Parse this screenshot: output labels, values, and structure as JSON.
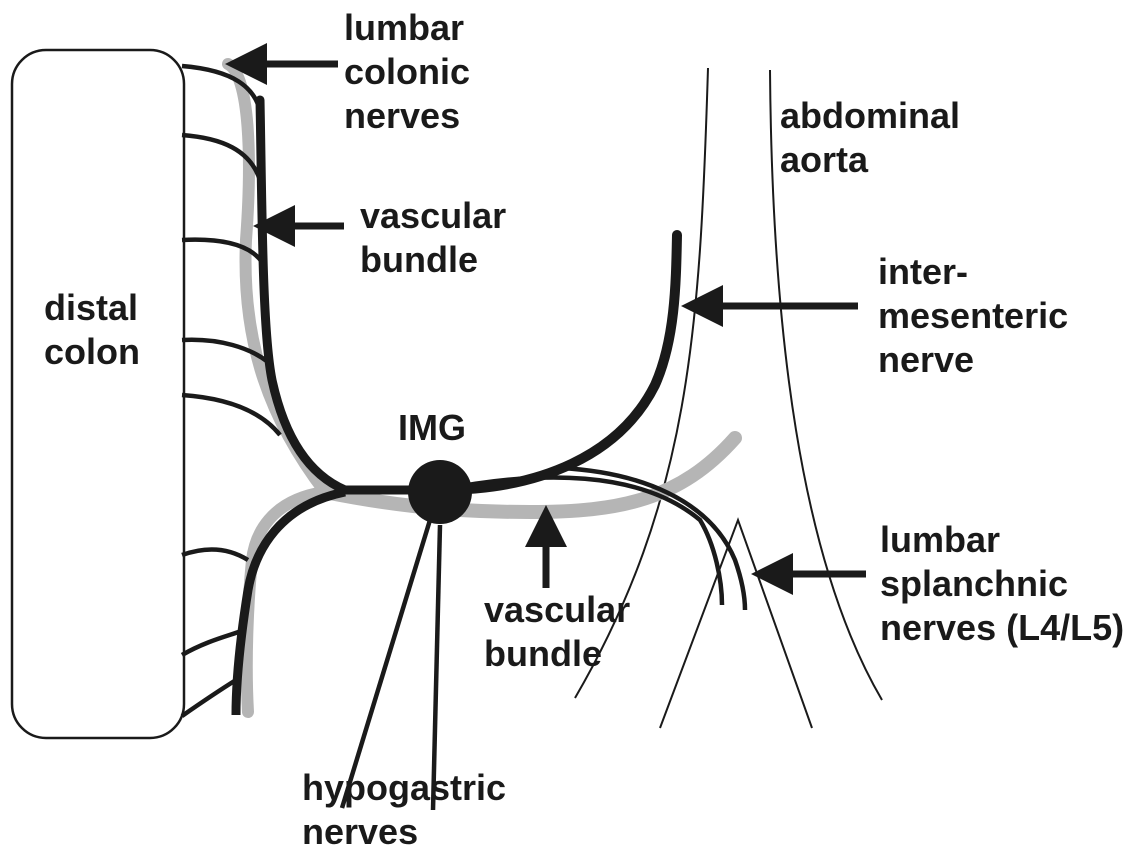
{
  "colors": {
    "nerve": "#1a1a1a",
    "vascular_bundle": "#b5b5b5",
    "outline": "#1a1a1a",
    "background": "#ffffff"
  },
  "labels": {
    "lumbar_colonic_nerves": [
      "lumbar",
      "colonic",
      "nerves"
    ],
    "abdominal_aorta": [
      "abdominal",
      "aorta"
    ],
    "vascular_bundle_upper": [
      "vascular",
      "bundle"
    ],
    "distal_colon": [
      "distal",
      "colon"
    ],
    "intermesenteric_nerve": [
      "inter-",
      "mesenteric",
      "nerve"
    ],
    "img": "IMG",
    "vascular_bundle_lower": [
      "vascular",
      "bundle"
    ],
    "lumbar_splanchnic_nerves": [
      "lumbar",
      "splanchnic",
      "nerves (L4/L5)"
    ],
    "hypogastric_nerves": [
      "hypogastric",
      "nerves"
    ]
  }
}
